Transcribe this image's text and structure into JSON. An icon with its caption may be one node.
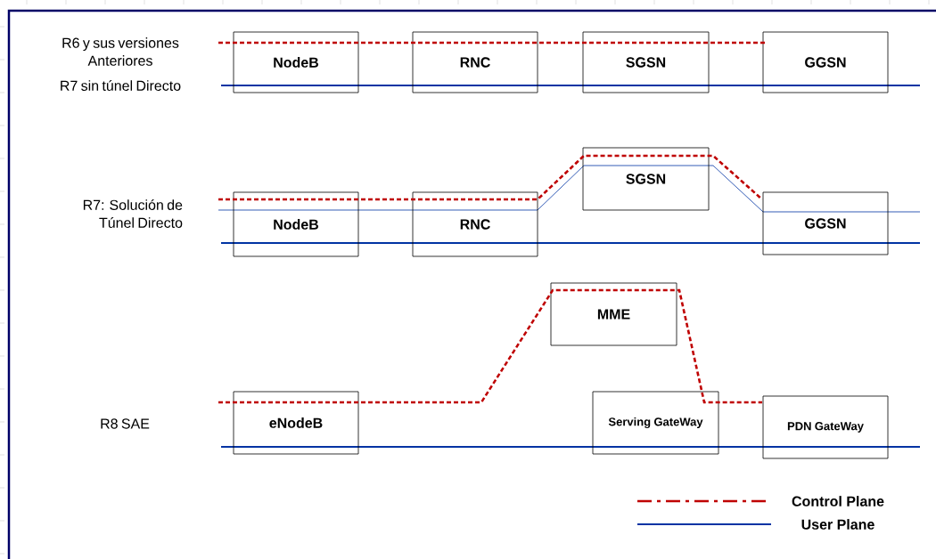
{
  "diagram": {
    "nodes": [
      {
        "text": [
          "NodeB"
        ]
      },
      {
        "text": [
          "RNC"
        ]
      },
      {
        "text": [
          "SGSN"
        ]
      },
      {
        "text": [
          "GGSN"
        ]
      },
      {
        "text": [
          "NodeB"
        ]
      },
      {
        "text": [
          "RNC"
        ]
      },
      {
        "text": [
          "SGSN"
        ]
      },
      {
        "text": [
          "GGSN"
        ]
      },
      {
        "text": [
          "MME"
        ]
      },
      {
        "text": [
          "eNodeB"
        ]
      },
      {
        "text": [
          "Serving GateWay"
        ]
      },
      {
        "text": [
          "PDN GateWay"
        ]
      }
    ],
    "labels": [
      "R6 y sus versiones Anteriores",
      "R7 sin túnel Directo",
      "R7: Solución de Túnel Directo",
      "R8 SAE"
    ],
    "legend": [
      {
        "text": "Control Plane"
      },
      {
        "text": "User Plane"
      }
    ]
  }
}
